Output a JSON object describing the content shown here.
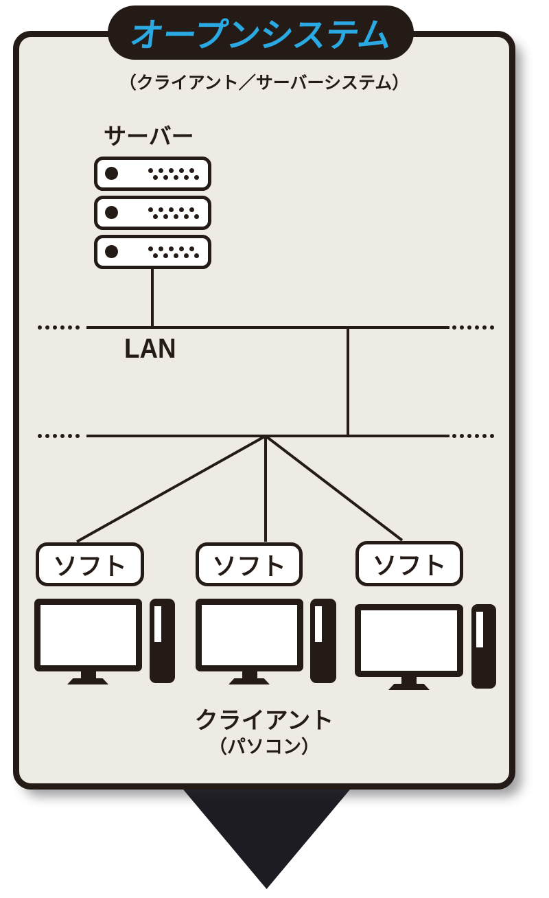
{
  "header": {
    "title": "オープンシステム",
    "subtitle": "（クライアント／サーバーシステム）"
  },
  "server": {
    "label": "サーバー",
    "rack_count": 3
  },
  "lan": {
    "label": "LAN"
  },
  "clients": {
    "software_boxes": [
      {
        "label": "ソフト"
      },
      {
        "label": "ソフト"
      },
      {
        "label": "ソフト"
      }
    ],
    "count": 3,
    "label": "クライアント",
    "sublabel": "（パソコン）"
  },
  "colors": {
    "ink": "#241a16",
    "accent_blue": "#2aa9e2",
    "panel_background": "#edebe3",
    "arrow_black": "#1d1c22",
    "white": "#ffffff"
  }
}
